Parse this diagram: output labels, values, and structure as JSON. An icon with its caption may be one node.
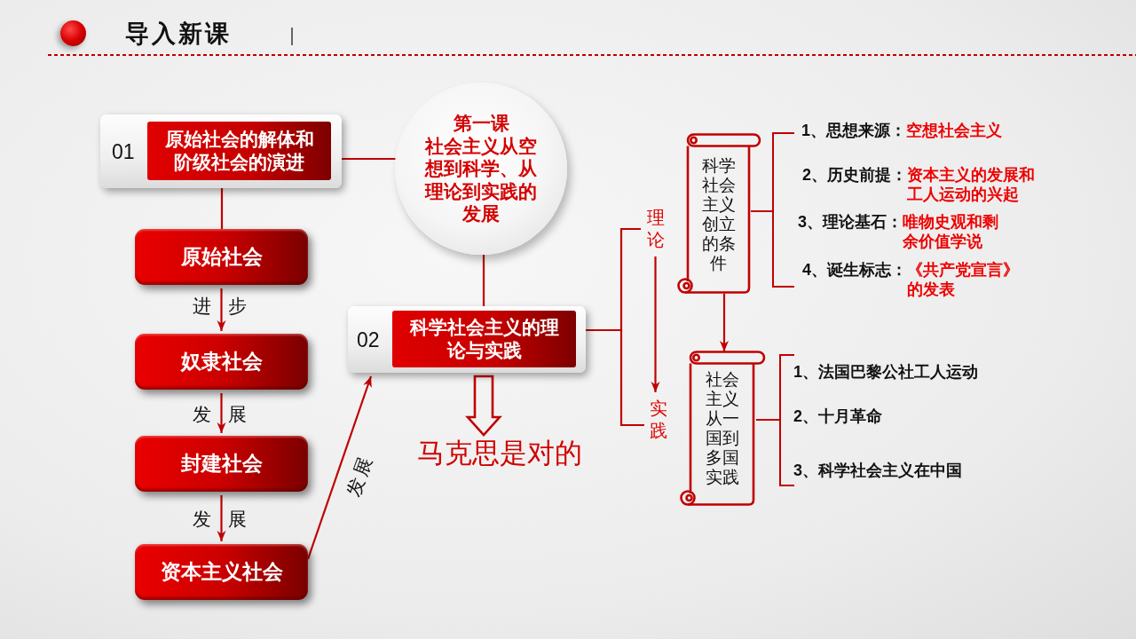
{
  "diagram": {
    "title": "导入新课",
    "nodes": [
      {
        "text": [
          "01"
        ]
      },
      {
        "text": [
          "原始社会的解体和阶级社会的演进"
        ],
        "in": 0
      },
      {
        "text": [
          "第一课",
          "社会主义从空想到科学、从理论到实践的发展"
        ]
      },
      {
        "text": [
          "原始社会"
        ]
      },
      {
        "text": [
          "奴隶社会"
        ]
      },
      {
        "text": [
          "封建社会"
        ]
      },
      {
        "text": [
          "资本主义社会"
        ]
      },
      {
        "text": [
          "02"
        ]
      },
      {
        "text": [
          "科学社会主义的理论与实践"
        ],
        "in": 7
      },
      {
        "text": [
          "马克思是对的"
        ]
      },
      {
        "text": [
          "理论"
        ]
      },
      {
        "text": [
          "实践"
        ]
      },
      {
        "text": [
          "科学社会主义创立的条件"
        ]
      },
      {
        "text": [
          "社会主义从一国到多国实践"
        ]
      }
    ],
    "edges": [
      {
        "from": 0,
        "to": 2,
        "arrow": "none"
      },
      {
        "from": 0,
        "to": 3,
        "arrow": "none"
      },
      {
        "from": 3,
        "to": 4,
        "arrow": "to",
        "label": "进步"
      },
      {
        "from": 4,
        "to": 5,
        "arrow": "to",
        "label": "发展"
      },
      {
        "from": 5,
        "to": 6,
        "arrow": "to",
        "label": "发展"
      },
      {
        "from": 6,
        "to": 7,
        "arrow": "to",
        "label": "发展"
      },
      {
        "from": 2,
        "to": 7,
        "arrow": "none"
      },
      {
        "from": 7,
        "to": 9,
        "arrow": "to",
        "style": "thick"
      },
      {
        "from": 7,
        "to": 10,
        "arrow": "none"
      },
      {
        "from": 7,
        "to": 11,
        "arrow": "none"
      },
      {
        "from": 10,
        "to": 11,
        "arrow": "to"
      },
      {
        "from": 12,
        "to": 13,
        "arrow": "to"
      }
    ],
    "labels": [
      "1、思想来源：",
      "空想社会主义",
      "2、历史前提：",
      "资本主义的发展和工人运动的兴起",
      "3、理论基石：",
      "唯物史观和剩余价值学说",
      "4、诞生标志：",
      "《共产党宣言》的发表",
      "1、法国巴黎公社工人运动",
      "2、十月革命",
      "3、科学社会主义在中国"
    ]
  }
}
